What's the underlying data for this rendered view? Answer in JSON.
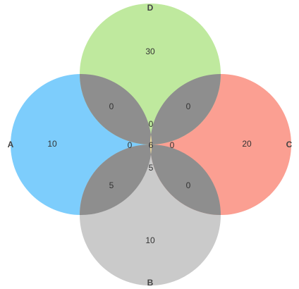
{
  "diagram": {
    "type": "venn-4",
    "sets": {
      "A": {
        "label": "A",
        "color": "#7dcdfc",
        "only": "10"
      },
      "B": {
        "label": "B",
        "color": "#cacaca",
        "only": "10"
      },
      "C": {
        "label": "C",
        "color": "#fb9f92",
        "only": "20"
      },
      "D": {
        "label": "D",
        "color": "#bfe99e",
        "only": "30"
      }
    },
    "colors": {
      "pair_overlap": "#8e8e8e",
      "triple_overlap": "#fde8a0",
      "all_overlap": "#f07a7a"
    },
    "regions": {
      "AD": "0",
      "CD": "0",
      "AB": "5",
      "BC": "0",
      "ACD": "0",
      "ABD": "0",
      "BCD": "0",
      "ABC": "5",
      "ABCD": "6"
    }
  }
}
